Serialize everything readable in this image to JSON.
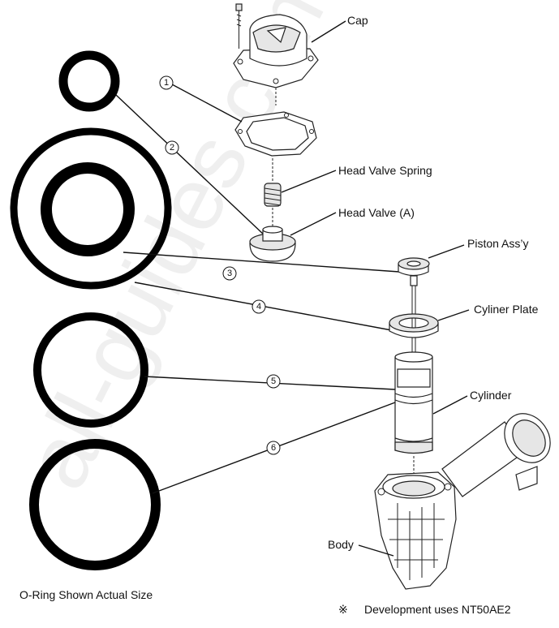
{
  "watermark": "all-guides.com",
  "labels": {
    "cap": "Cap",
    "head_valve_spring": "Head Valve Spring",
    "head_valve": "Head Valve (A)",
    "piston": "Piston Ass’y",
    "cylinder_plate": "Cyliner Plate",
    "cylinder": "Cylinder",
    "body": "Body"
  },
  "callouts": [
    "1",
    "2",
    "3",
    "4",
    "5",
    "6"
  ],
  "caption": "O-Ring Shown Actual Size",
  "note_symbol": "※",
  "note": "Development uses NT50AE2"
}
